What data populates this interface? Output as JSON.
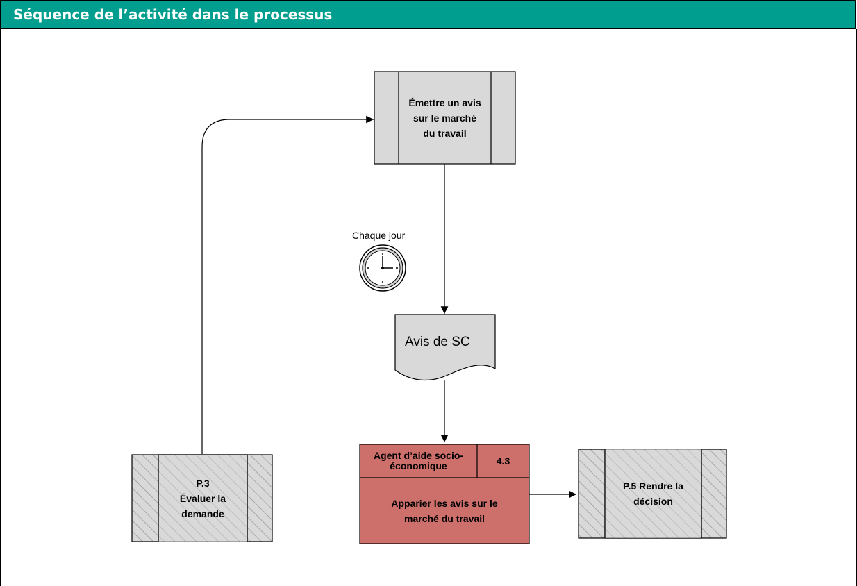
{
  "header": {
    "title": "Séquence de l’activité dans le processus"
  },
  "diagram": {
    "activity_main": {
      "label": "Émettre un avis\nsur le marché\ndu travail"
    },
    "timer": {
      "label": "Chaque jour",
      "icon": "clock-icon"
    },
    "document": {
      "label": "Avis de  SC"
    },
    "process_p3": {
      "label": "P.3\nÉvaluer la\ndemande"
    },
    "task_4_3": {
      "role": "Agent d’aide socio-\néconomique",
      "number": "4.3",
      "label": "Apparier les avis sur le\nmarché du travail"
    },
    "process_p5": {
      "label": "P.5 Rendre la\ndécision"
    }
  },
  "colors": {
    "header_bg": "#009e8e",
    "box_fill": "#d9d9d9",
    "task_fill": "#cd6f6a"
  }
}
